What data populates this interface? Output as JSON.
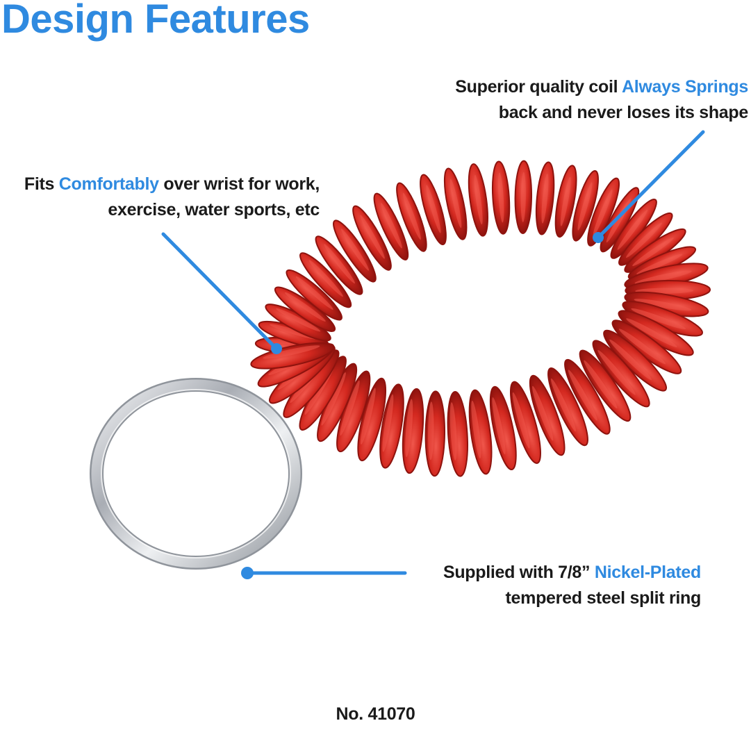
{
  "title": "Design Features",
  "colors": {
    "accent": "#2f8ae0",
    "text": "#1a1a1a",
    "coil": "#d3281f",
    "coil_dark": "#8e130e",
    "coil_light": "#f0574c",
    "ring": "#c9ccd1",
    "background": "#ffffff"
  },
  "callouts": {
    "spring": {
      "pre": "Superior quality coil ",
      "highlight": "Always Springs",
      "line2": "back and never loses its shape"
    },
    "comfort": {
      "pre": "Fits ",
      "highlight": "Comfortably",
      "post": " over wrist for work,",
      "line2": "exercise, water sports, etc"
    },
    "ring": {
      "pre": "Supplied with 7/8” ",
      "highlight": "Nickel-Plated",
      "line2": "tempered steel split ring"
    }
  },
  "model_number": "No. 41070",
  "product": {
    "coil_icon": "spiral-wrist-coil-icon",
    "ring_icon": "split-key-ring-icon"
  }
}
